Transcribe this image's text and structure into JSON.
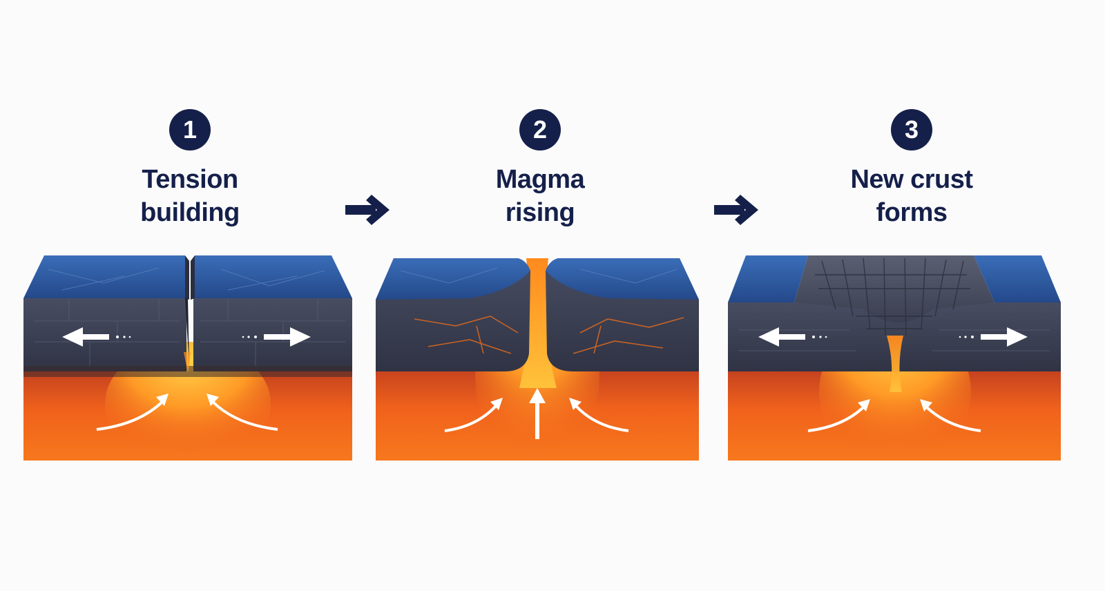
{
  "colors": {
    "navy": "#15204a",
    "ocean": "#2f5fa8",
    "crust": "#3a3f52",
    "magma": "#f26a1b",
    "magma_hot": "#ffb338"
  },
  "icons": {
    "flow_arrow": "arrow-right-icon",
    "spreading": "double-arrow-icon",
    "convection": "curved-arrow-icon"
  },
  "steps": [
    {
      "number": "1",
      "caption_line1": "Tension",
      "caption_line2": "building"
    },
    {
      "number": "2",
      "caption_line1": "Magma",
      "caption_line2": "rising"
    },
    {
      "number": "3",
      "caption_line1": "New crust",
      "caption_line2": "forms"
    }
  ]
}
